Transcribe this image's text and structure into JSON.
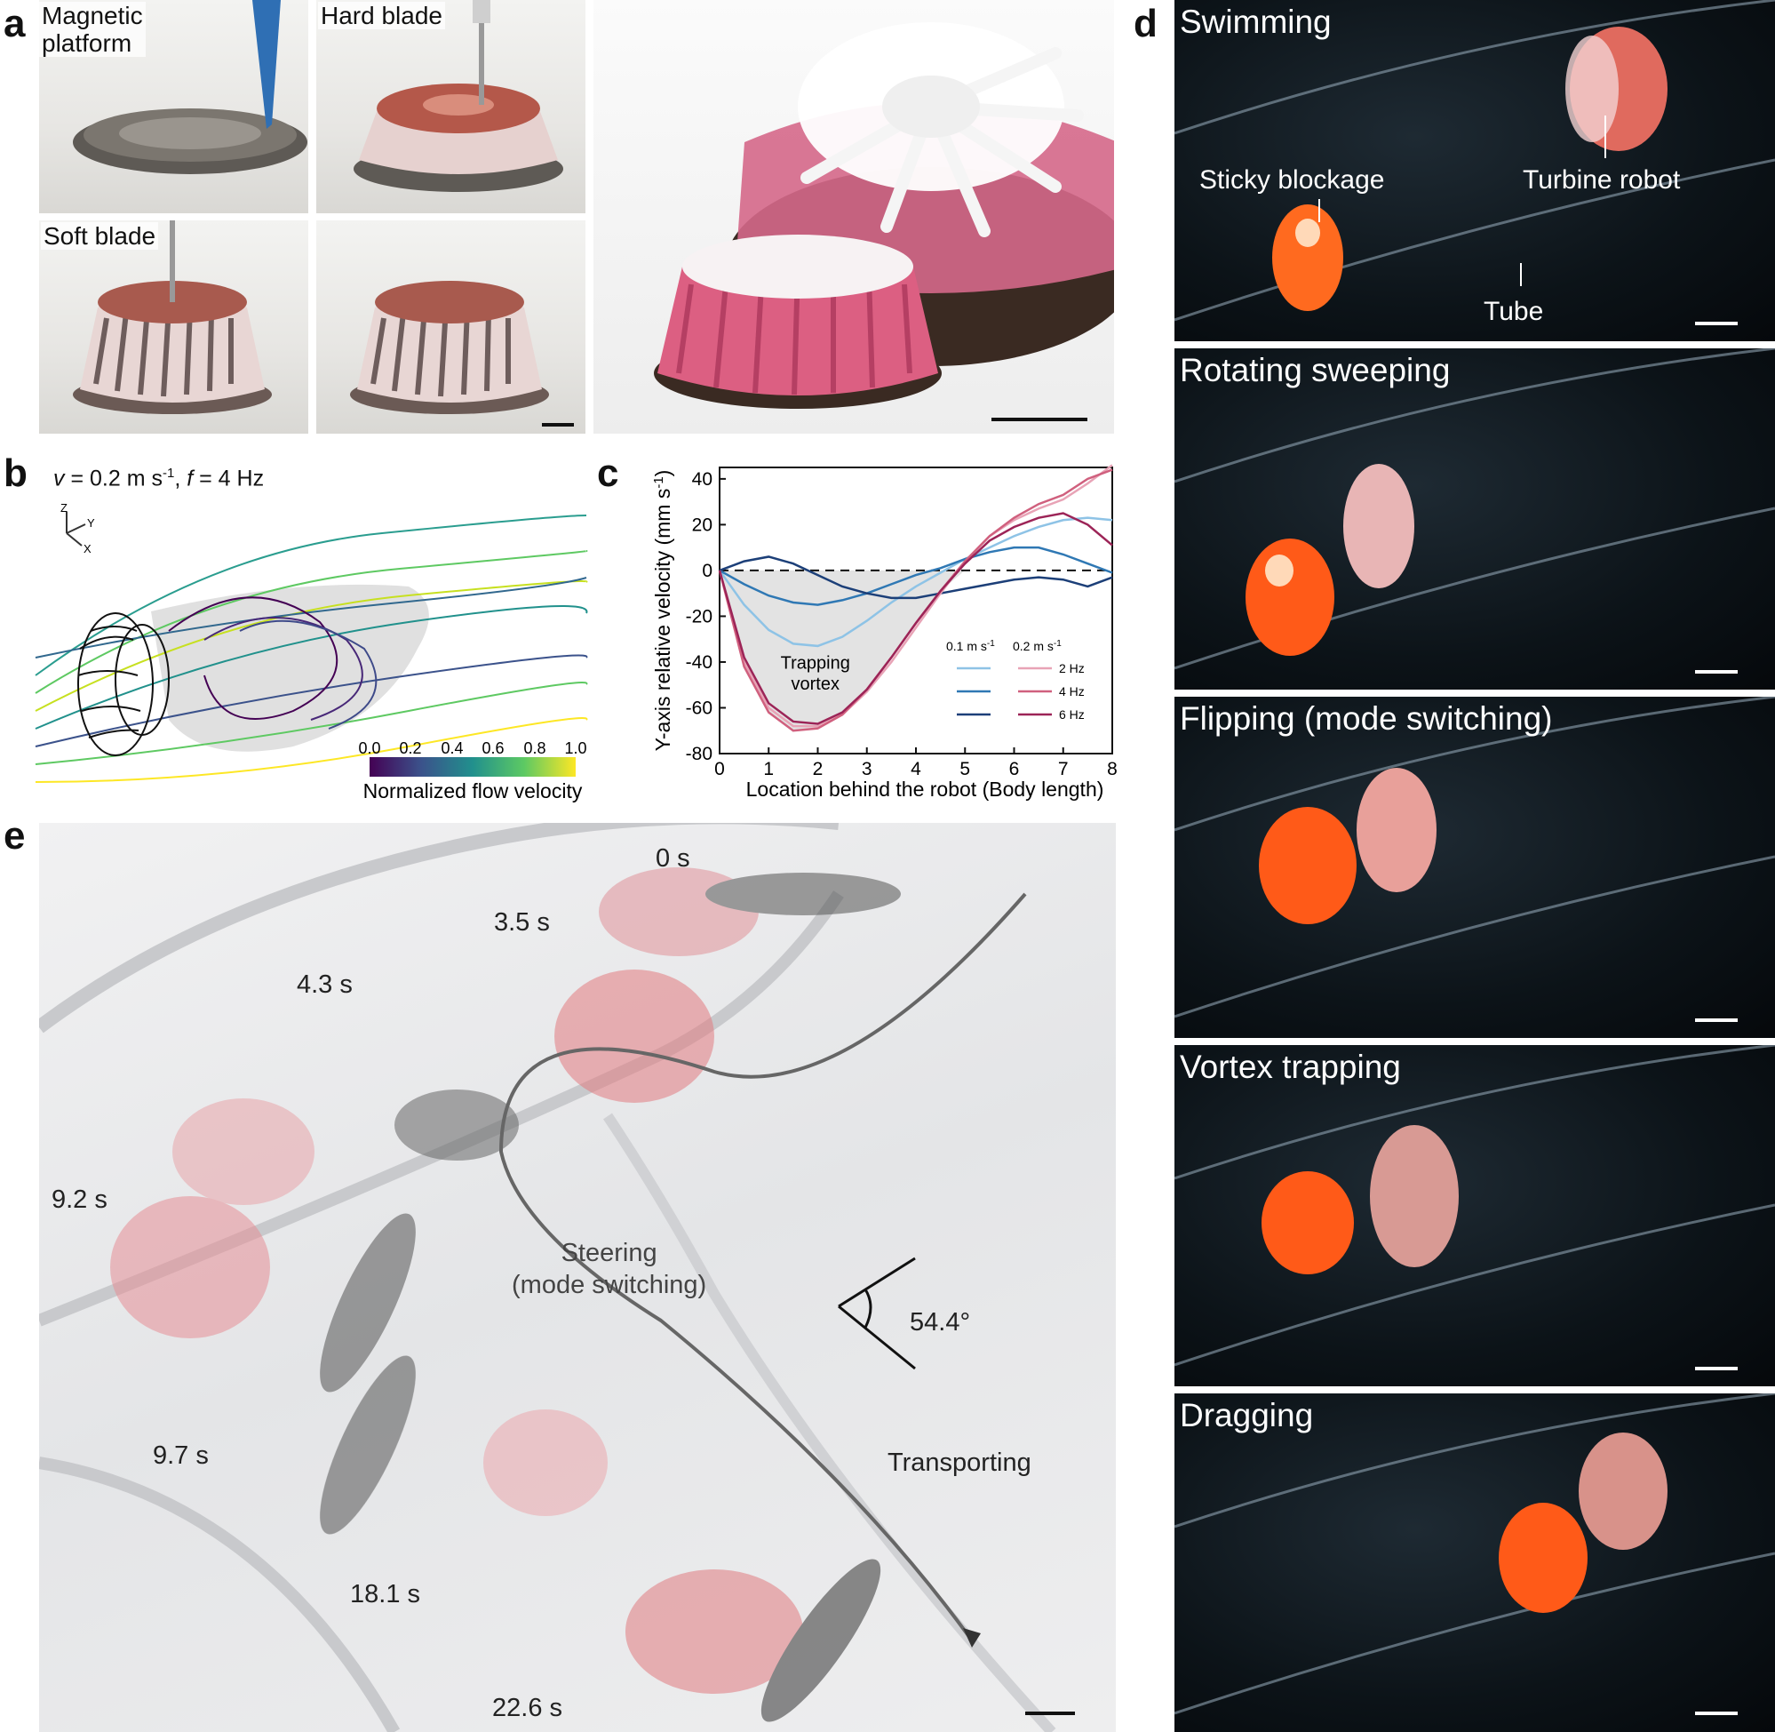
{
  "panel_letters": {
    "a": "a",
    "b": "b",
    "c": "c",
    "d": "d",
    "e": "e"
  },
  "panel_a": {
    "labels": {
      "magnetic_platform": "Magnetic\nplatform",
      "hard_blade": "Hard blade",
      "soft_blade": "Soft blade"
    }
  },
  "panel_b": {
    "condition_v": "v",
    "condition_v_value": " = 0.2 m s",
    "condition_sup": "-1",
    "condition_sep": ", ",
    "condition_f": "f",
    "condition_f_value": " = 4 Hz",
    "axes": {
      "z": "Z",
      "y": "Y",
      "x": "X"
    },
    "colorbar": {
      "ticks": [
        "0.0",
        "0.2",
        "0.4",
        "0.6",
        "0.8",
        "1.0"
      ],
      "label": "Normalized flow velocity",
      "colors": [
        "#440154",
        "#3b528b",
        "#21908d",
        "#5dc963",
        "#fde725"
      ]
    }
  },
  "chart_data": {
    "type": "line",
    "xlabel": "Location behind the robot (Body length)",
    "ylabel": "Y-axis relative velocity (mm s",
    "ylabel_sup": "-1",
    "ylabel_end": ")",
    "xlim": [
      0,
      8
    ],
    "ylim": [
      -80,
      45
    ],
    "xticks": [
      "0",
      "1",
      "2",
      "3",
      "4",
      "5",
      "6",
      "7",
      "8"
    ],
    "yticks": [
      "40",
      "20",
      "0",
      "-20",
      "-40",
      "-60",
      "-80"
    ],
    "annotation": "Trapping\nvortex",
    "legend": {
      "col1_header": "0.1 m s",
      "col2_header": "0.2 m s",
      "header_sup": "-1",
      "rows": [
        "2 Hz",
        "4 Hz",
        "6 Hz"
      ],
      "placement": "bottom-right"
    },
    "series": [
      {
        "speed": "0.1 m s-1",
        "freq": "2 Hz",
        "color": "#8ec3e6",
        "x": [
          0,
          0.5,
          1,
          1.5,
          2,
          2.5,
          3,
          3.5,
          4,
          4.5,
          5,
          5.5,
          6,
          6.5,
          7,
          7.5,
          8
        ],
        "y": [
          0,
          -15,
          -26,
          -32,
          -33,
          -29,
          -22,
          -14,
          -7,
          -1,
          5,
          10,
          15,
          19,
          22,
          23,
          22
        ]
      },
      {
        "speed": "0.1 m s-1",
        "freq": "4 Hz",
        "color": "#2f78b4",
        "x": [
          0,
          0.5,
          1,
          1.5,
          2,
          2.5,
          3,
          3.5,
          4,
          4.5,
          5,
          5.5,
          6,
          6.5,
          7,
          7.5,
          8
        ],
        "y": [
          0,
          -6,
          -11,
          -14,
          -15,
          -13,
          -10,
          -6,
          -2,
          1,
          5,
          8,
          10,
          10,
          7,
          3,
          -1
        ]
      },
      {
        "speed": "0.1 m s-1",
        "freq": "6 Hz",
        "color": "#1c3f78",
        "x": [
          0,
          0.5,
          1,
          1.5,
          2,
          2.5,
          3,
          3.5,
          4,
          4.5,
          5,
          5.5,
          6,
          6.5,
          7,
          7.5,
          8
        ],
        "y": [
          0,
          4,
          6,
          3,
          -2,
          -7,
          -10,
          -12,
          -12,
          -10,
          -8,
          -6,
          -4,
          -3,
          -4,
          -7,
          -3
        ]
      },
      {
        "speed": "0.2 m s-1",
        "freq": "2 Hz",
        "color": "#e8a3b6",
        "x": [
          0,
          0.5,
          1,
          1.5,
          2,
          2.5,
          3,
          3.5,
          4,
          4.5,
          5,
          5.5,
          6,
          6.5,
          7,
          7.5,
          8
        ],
        "y": [
          0,
          -40,
          -60,
          -68,
          -68,
          -63,
          -53,
          -40,
          -25,
          -10,
          4,
          15,
          22,
          27,
          31,
          38,
          46
        ]
      },
      {
        "speed": "0.2 m s-1",
        "freq": "4 Hz",
        "color": "#d0607e",
        "x": [
          0,
          0.5,
          1,
          1.5,
          2,
          2.5,
          3,
          3.5,
          4,
          4.5,
          5,
          5.5,
          6,
          6.5,
          7,
          7.5,
          8
        ],
        "y": [
          0,
          -42,
          -62,
          -70,
          -69,
          -63,
          -52,
          -38,
          -23,
          -9,
          4,
          15,
          23,
          29,
          33,
          40,
          44
        ]
      },
      {
        "speed": "0.2 m s-1",
        "freq": "6 Hz",
        "color": "#9c2457",
        "x": [
          0,
          0.5,
          1,
          1.5,
          2,
          2.5,
          3,
          3.5,
          4,
          4.5,
          5,
          5.5,
          6,
          6.5,
          7,
          7.5,
          8
        ],
        "y": [
          0,
          -38,
          -58,
          -66,
          -67,
          -62,
          -52,
          -38,
          -23,
          -9,
          3,
          13,
          19,
          23,
          25,
          20,
          11
        ]
      }
    ]
  },
  "panel_d": {
    "frames": [
      {
        "title": "Swimming",
        "labels": [
          "Sticky blockage",
          "Turbine robot",
          "Tube"
        ]
      },
      {
        "title": "Rotating sweeping",
        "labels": []
      },
      {
        "title": "Flipping (mode switching)",
        "labels": []
      },
      {
        "title": "Vortex trapping",
        "labels": []
      },
      {
        "title": "Dragging",
        "labels": []
      }
    ]
  },
  "panel_e": {
    "time_labels": [
      "0 s",
      "3.5 s",
      "4.3 s",
      "9.2 s",
      "9.7 s",
      "18.1 s",
      "22.6 s"
    ],
    "steering": "Steering\n(mode switching)",
    "transporting": "Transporting",
    "angle": "54.4°"
  }
}
